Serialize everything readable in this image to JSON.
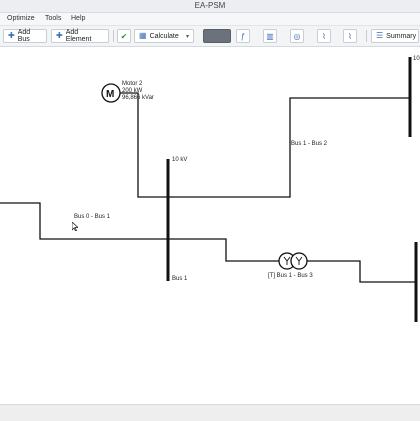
{
  "window": {
    "title": "EA-PSM"
  },
  "menu": {
    "items": [
      "Optimize",
      "Tools",
      "Help"
    ]
  },
  "toolbar": {
    "add_bus_label": "Add Bus",
    "add_element_label": "Add Element",
    "calculate_label": "Calculate",
    "summary_label": "Summary"
  },
  "diagram": {
    "motor": {
      "name": "Motor 2",
      "power": "200 kW",
      "reactive": "96,866 kVar",
      "symbol": "M"
    },
    "bus1": {
      "voltage": "10 kV",
      "name": "Bus 1"
    },
    "right_bus_top": {
      "voltage_partial": "10"
    },
    "lines": {
      "bus0_bus1": "Bus 0 - Bus 1",
      "bus1_bus2": "Bus 1 - Bus 2"
    },
    "transformer": {
      "label": "[T] Bus 1 - Bus 3"
    }
  },
  "colors": {
    "accent": "#3c6fb6",
    "line": "#111111",
    "toolbar_dark": "#6c727b"
  }
}
